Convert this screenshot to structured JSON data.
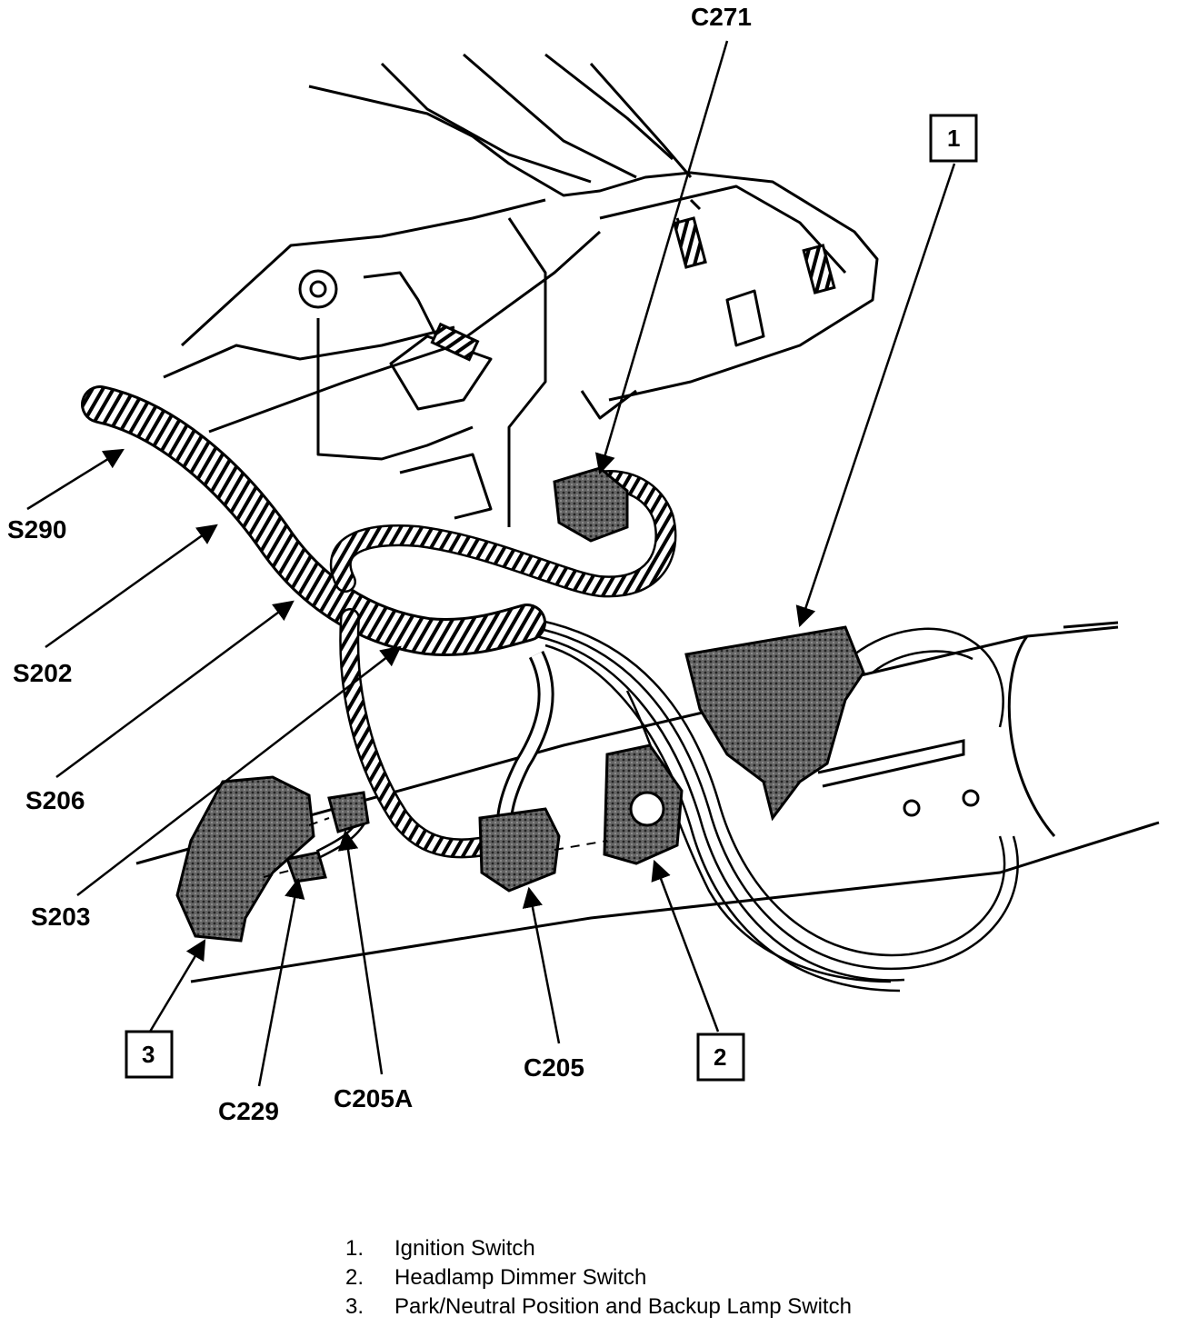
{
  "callouts": {
    "c271": "C271",
    "s290": "S290",
    "s202": "S202",
    "s206": "S206",
    "s203": "S203",
    "c229": "C229",
    "c205a": "C205A",
    "c205": "C205",
    "item1": "1",
    "item2": "2",
    "item3": "3"
  },
  "legend": [
    {
      "num": "1.",
      "text": "Ignition Switch"
    },
    {
      "num": "2.",
      "text": "Headlamp Dimmer Switch"
    },
    {
      "num": "3.",
      "text": "Park/Neutral Position and Backup Lamp Switch"
    }
  ],
  "colors": {
    "ink": "#000000",
    "connector": "#4a4a4a",
    "paper": "#ffffff"
  }
}
